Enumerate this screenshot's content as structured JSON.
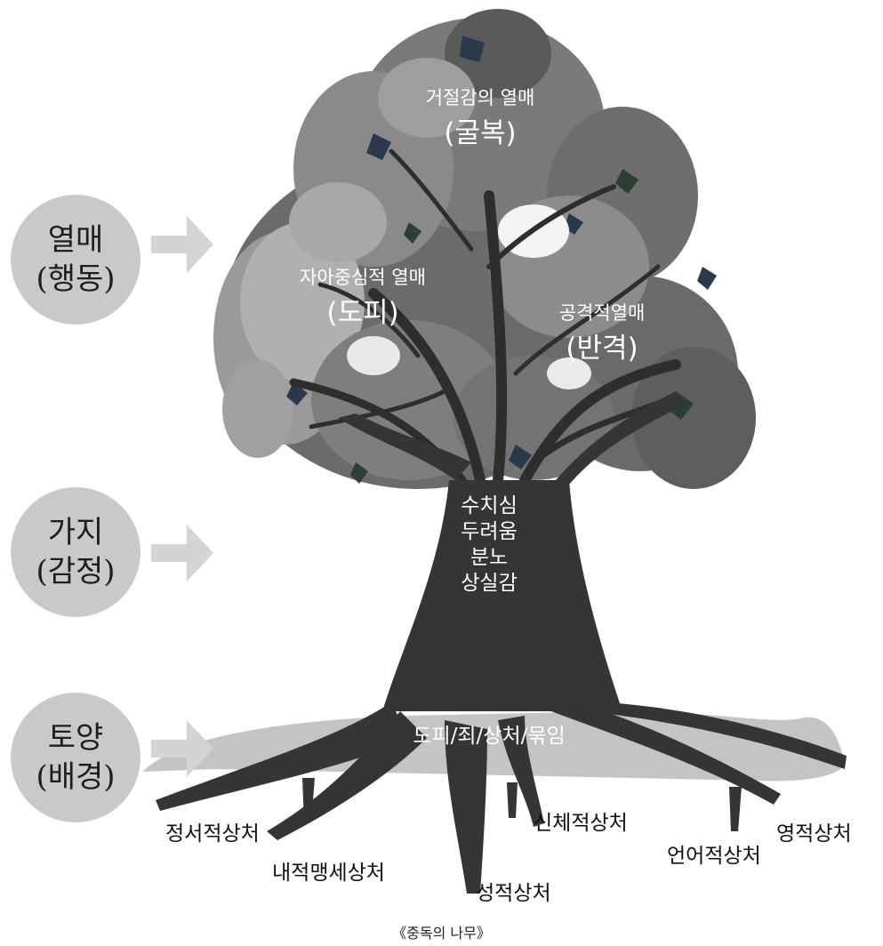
{
  "sidebar": {
    "fruit": {
      "line1": "열매",
      "line2": "(행동)"
    },
    "branch": {
      "line1": "가지",
      "line2": "(감정)"
    },
    "soil": {
      "line1": "토양",
      "line2": "(배경)"
    }
  },
  "fruits": {
    "rejection": {
      "title": "거절감의 열매",
      "sub": "(굴복)"
    },
    "selfcentered": {
      "title": "자아중심적 열매",
      "sub": "(도피)"
    },
    "aggressive": {
      "title": "공격적열매",
      "sub": "(반격)"
    }
  },
  "trunk": {
    "lines": [
      "수치심",
      "두려움",
      "분노",
      "상실감"
    ]
  },
  "soil_text": "도피/죄/상처/묶임",
  "roots": {
    "emotional": "정서적상처",
    "generational": "내적맹세상처",
    "sexual": "성적상처",
    "physical": "신체적상처",
    "verbal": "언어적상처",
    "spiritual": "영적상처"
  },
  "caption": "《중독의 나무》",
  "colors": {
    "circle": "#c9c9c9",
    "trunk": "#353535",
    "soil": "#c4c4c4",
    "arrow": "#d4d4d4"
  }
}
